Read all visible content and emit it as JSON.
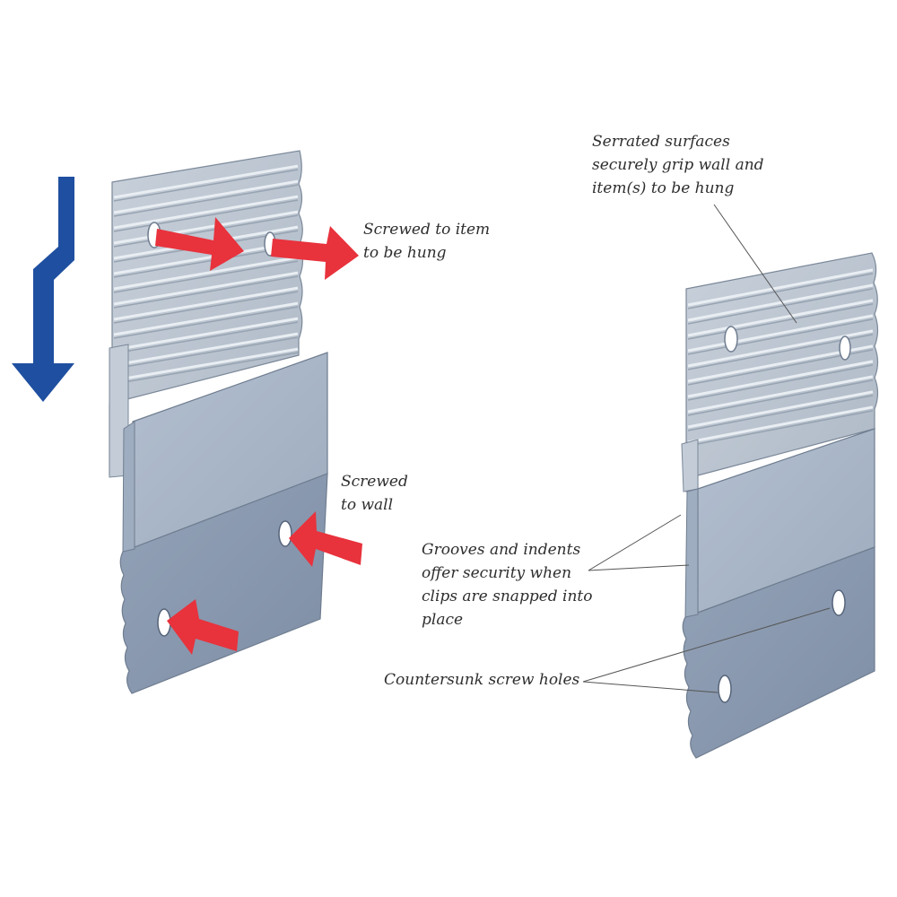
{
  "diagram": {
    "colors": {
      "background": "#ffffff",
      "top_clip": "#b9c3cf",
      "top_clip_ridge": "#e6ebf0",
      "top_clip_groove": "#98a4b2",
      "bottom_clip_light": "#a7b4c6",
      "bottom_clip_dark": "#8797ad",
      "edge": "#6f7d90",
      "screw_hole": "#ffffff",
      "arrow_red": "#e8323c",
      "arrow_blue": "#1f4fa0",
      "leader_line": "#555555"
    },
    "labels": {
      "screwed_item": [
        "Screwed to item",
        "to be hung"
      ],
      "screwed_wall": [
        "Screwed",
        "to wall"
      ],
      "serrated": [
        "Serrated surfaces",
        "securely grip wall and",
        "item(s) to be hung"
      ],
      "grooves": [
        "Grooves and indents",
        "offer security when",
        "clips are snapped into",
        "place"
      ],
      "countersunk": "Countersunk screw holes"
    },
    "icons": {
      "installation_direction": "down-arrow-icon",
      "insertion": "right-arrow-icon"
    }
  }
}
